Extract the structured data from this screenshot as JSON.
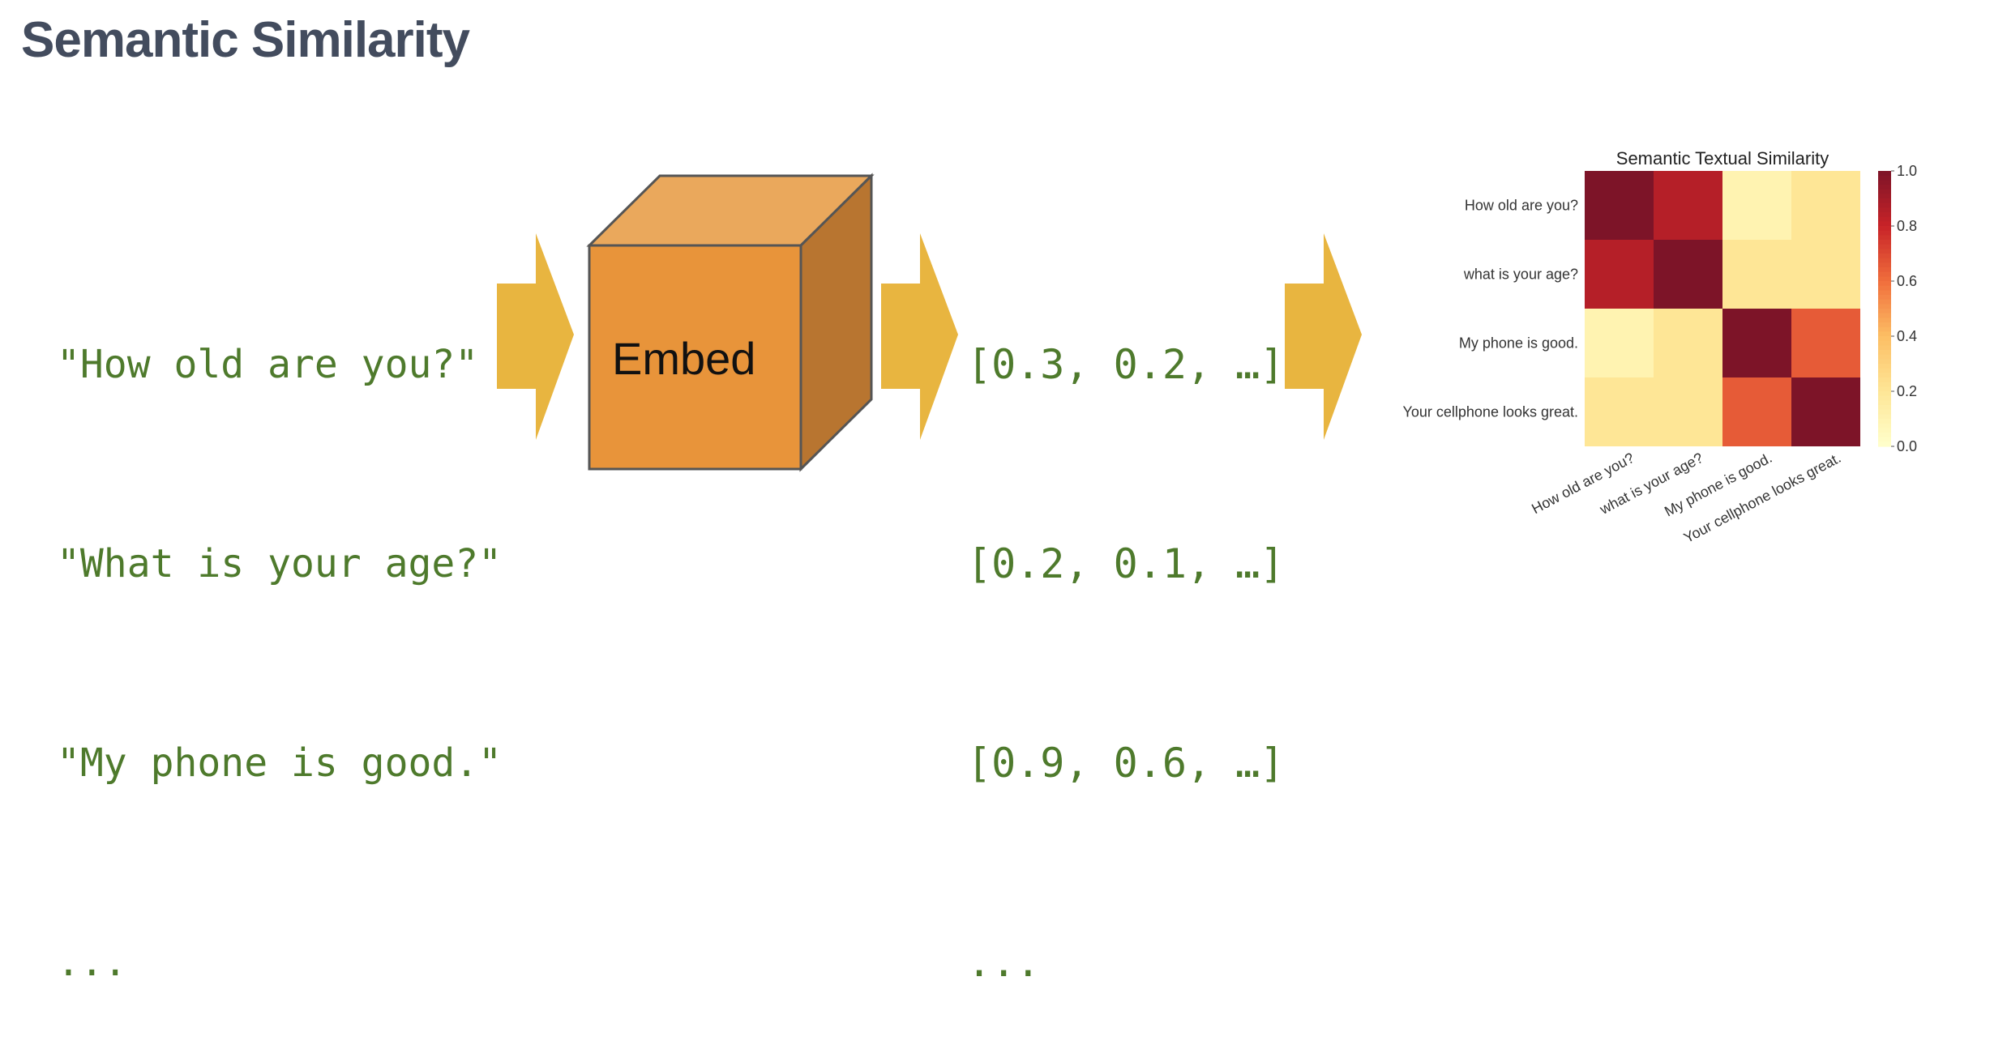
{
  "title": "Semantic Similarity",
  "sentences": [
    "\"How old are you?\"",
    "\"What is your age?\"",
    "\"My phone is good.\"",
    "..."
  ],
  "embed_label": "Embed",
  "vectors": [
    "[0.3, 0.2, …]",
    "[0.2, 0.1, …]",
    "[0.9, 0.6, …]",
    "..."
  ],
  "colors": {
    "title": "#434c5e",
    "text": "#4e7a2c",
    "arrow": "#e8b540",
    "cube_front": "#e8943a",
    "cube_top": "#eaa85c",
    "cube_side": "#b87530"
  },
  "chart_data": {
    "type": "heatmap",
    "title": "Semantic Textual Similarity",
    "rows": [
      "How old are you?",
      "what is your age?",
      "My phone is good.",
      "Your cellphone looks great."
    ],
    "columns": [
      "How old are you?",
      "what is your age?",
      "My phone is good.",
      "Your cellphone looks great."
    ],
    "values": [
      [
        1.0,
        0.85,
        0.1,
        0.2
      ],
      [
        0.85,
        1.0,
        0.2,
        0.2
      ],
      [
        0.1,
        0.2,
        1.0,
        0.65
      ],
      [
        0.2,
        0.2,
        0.65,
        1.0
      ]
    ],
    "colorbar": {
      "min": 0.0,
      "max": 1.0,
      "ticks": [
        "0.0",
        "0.2",
        "0.4",
        "0.6",
        "0.8",
        "1.0"
      ]
    },
    "colormap": "YlOrRd"
  }
}
